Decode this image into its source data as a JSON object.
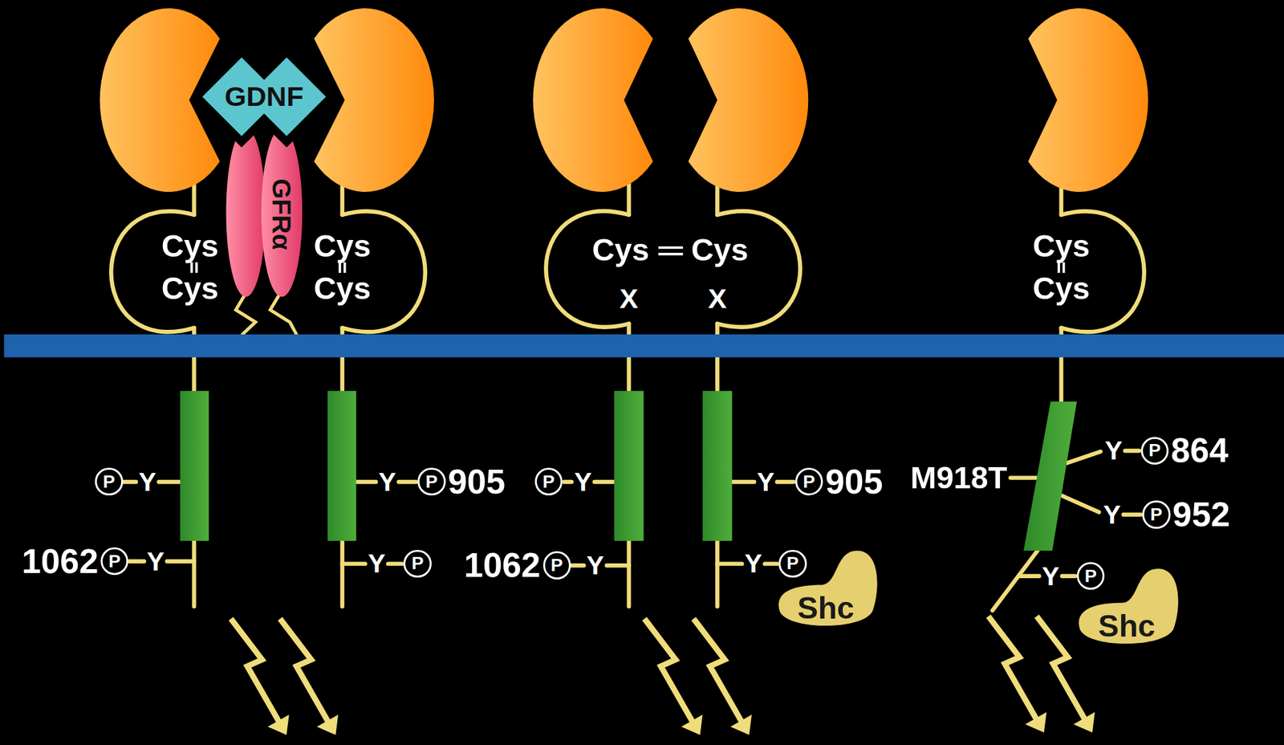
{
  "diagram": {
    "nodes": [
      {
        "text": [
          "GDNF"
        ]
      },
      {
        "text": [
          "GFRα"
        ]
      },
      {
        "text": [
          "P"
        ]
      },
      {
        "text": [
          "P"
        ]
      },
      {
        "text": [
          "P"
        ]
      },
      {
        "text": [
          "P"
        ]
      },
      {
        "text": [
          "P"
        ]
      },
      {
        "text": [
          "P"
        ]
      },
      {
        "text": [
          "P"
        ]
      },
      {
        "text": [
          "P"
        ]
      },
      {
        "text": [
          "Shc"
        ]
      },
      {
        "text": [
          "P"
        ]
      },
      {
        "text": [
          "P"
        ]
      },
      {
        "text": [
          "P"
        ]
      },
      {
        "text": [
          "Shc"
        ]
      }
    ],
    "labels": [
      "Cys",
      "Cys",
      "Cys",
      "Cys",
      "Cys",
      "Cys",
      "X",
      "X",
      "Cys",
      "Cys",
      "Y",
      "Y",
      "905",
      "1062",
      "Y",
      "Y",
      "Y",
      "Y",
      "905",
      "1062",
      "Y",
      "Y",
      "M918T",
      "Y",
      "864",
      "Y",
      "952",
      "Y"
    ]
  }
}
